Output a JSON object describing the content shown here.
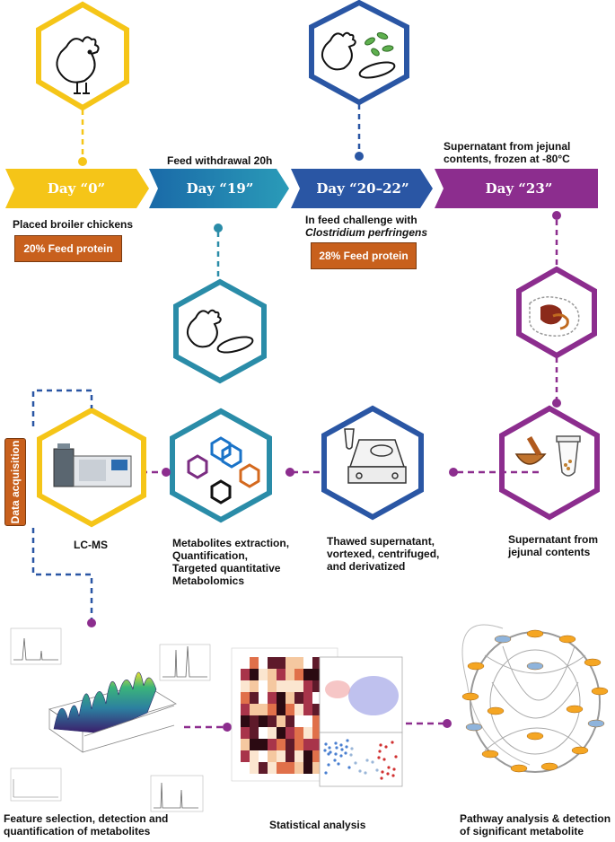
{
  "timeline": {
    "days": [
      {
        "label": "Day “0”",
        "color": "#f5c518"
      },
      {
        "label": "Day “19”",
        "color": "#1f6fa8"
      },
      {
        "label": "Day “20–22”",
        "color": "#2a56a4"
      },
      {
        "label": "Day “23”",
        "color": "#8c2d8e"
      }
    ],
    "feed_withdrawal": "Feed withdrawal 20h",
    "supernatant_line1": "Supernatant from jejunal",
    "supernatant_line2": "contents, frozen at -80°C",
    "placed": "Placed broiler chickens",
    "protein_20": "20% Feed protein",
    "challenge_line1": "In feed challenge with",
    "challenge_line2": "Clostridium perfringens",
    "protein_28": "28% Feed protein"
  },
  "side_label": "Data acquisition",
  "steps": {
    "lcms": "LC-MS",
    "metabolites_line1": "Metabolites extraction,",
    "metabolites_line2": "Quantification,",
    "metabolites_line3": "Targeted quantitative",
    "metabolites_line4": "Metabolomics",
    "thawed_line1": "Thawed supernatant,",
    "thawed_line2": "vortexed,  centrifuged,",
    "thawed_line3": "and derivatized",
    "jejunal_line1": "Supernatant from",
    "jejunal_line2": "jejunal contents"
  },
  "bottom": {
    "feature_line1": "Feature selection, detection and",
    "feature_line2": "quantification of metabolites",
    "statistical": "Statistical analysis",
    "pathway_line1": "Pathway analysis & detection",
    "pathway_line2": "of significant metabolite"
  },
  "colors": {
    "yellow": "#f5c518",
    "teal": "#2a8ca8",
    "blue": "#2a56a4",
    "purple": "#8c2d8e",
    "orange": "#c8601d"
  }
}
